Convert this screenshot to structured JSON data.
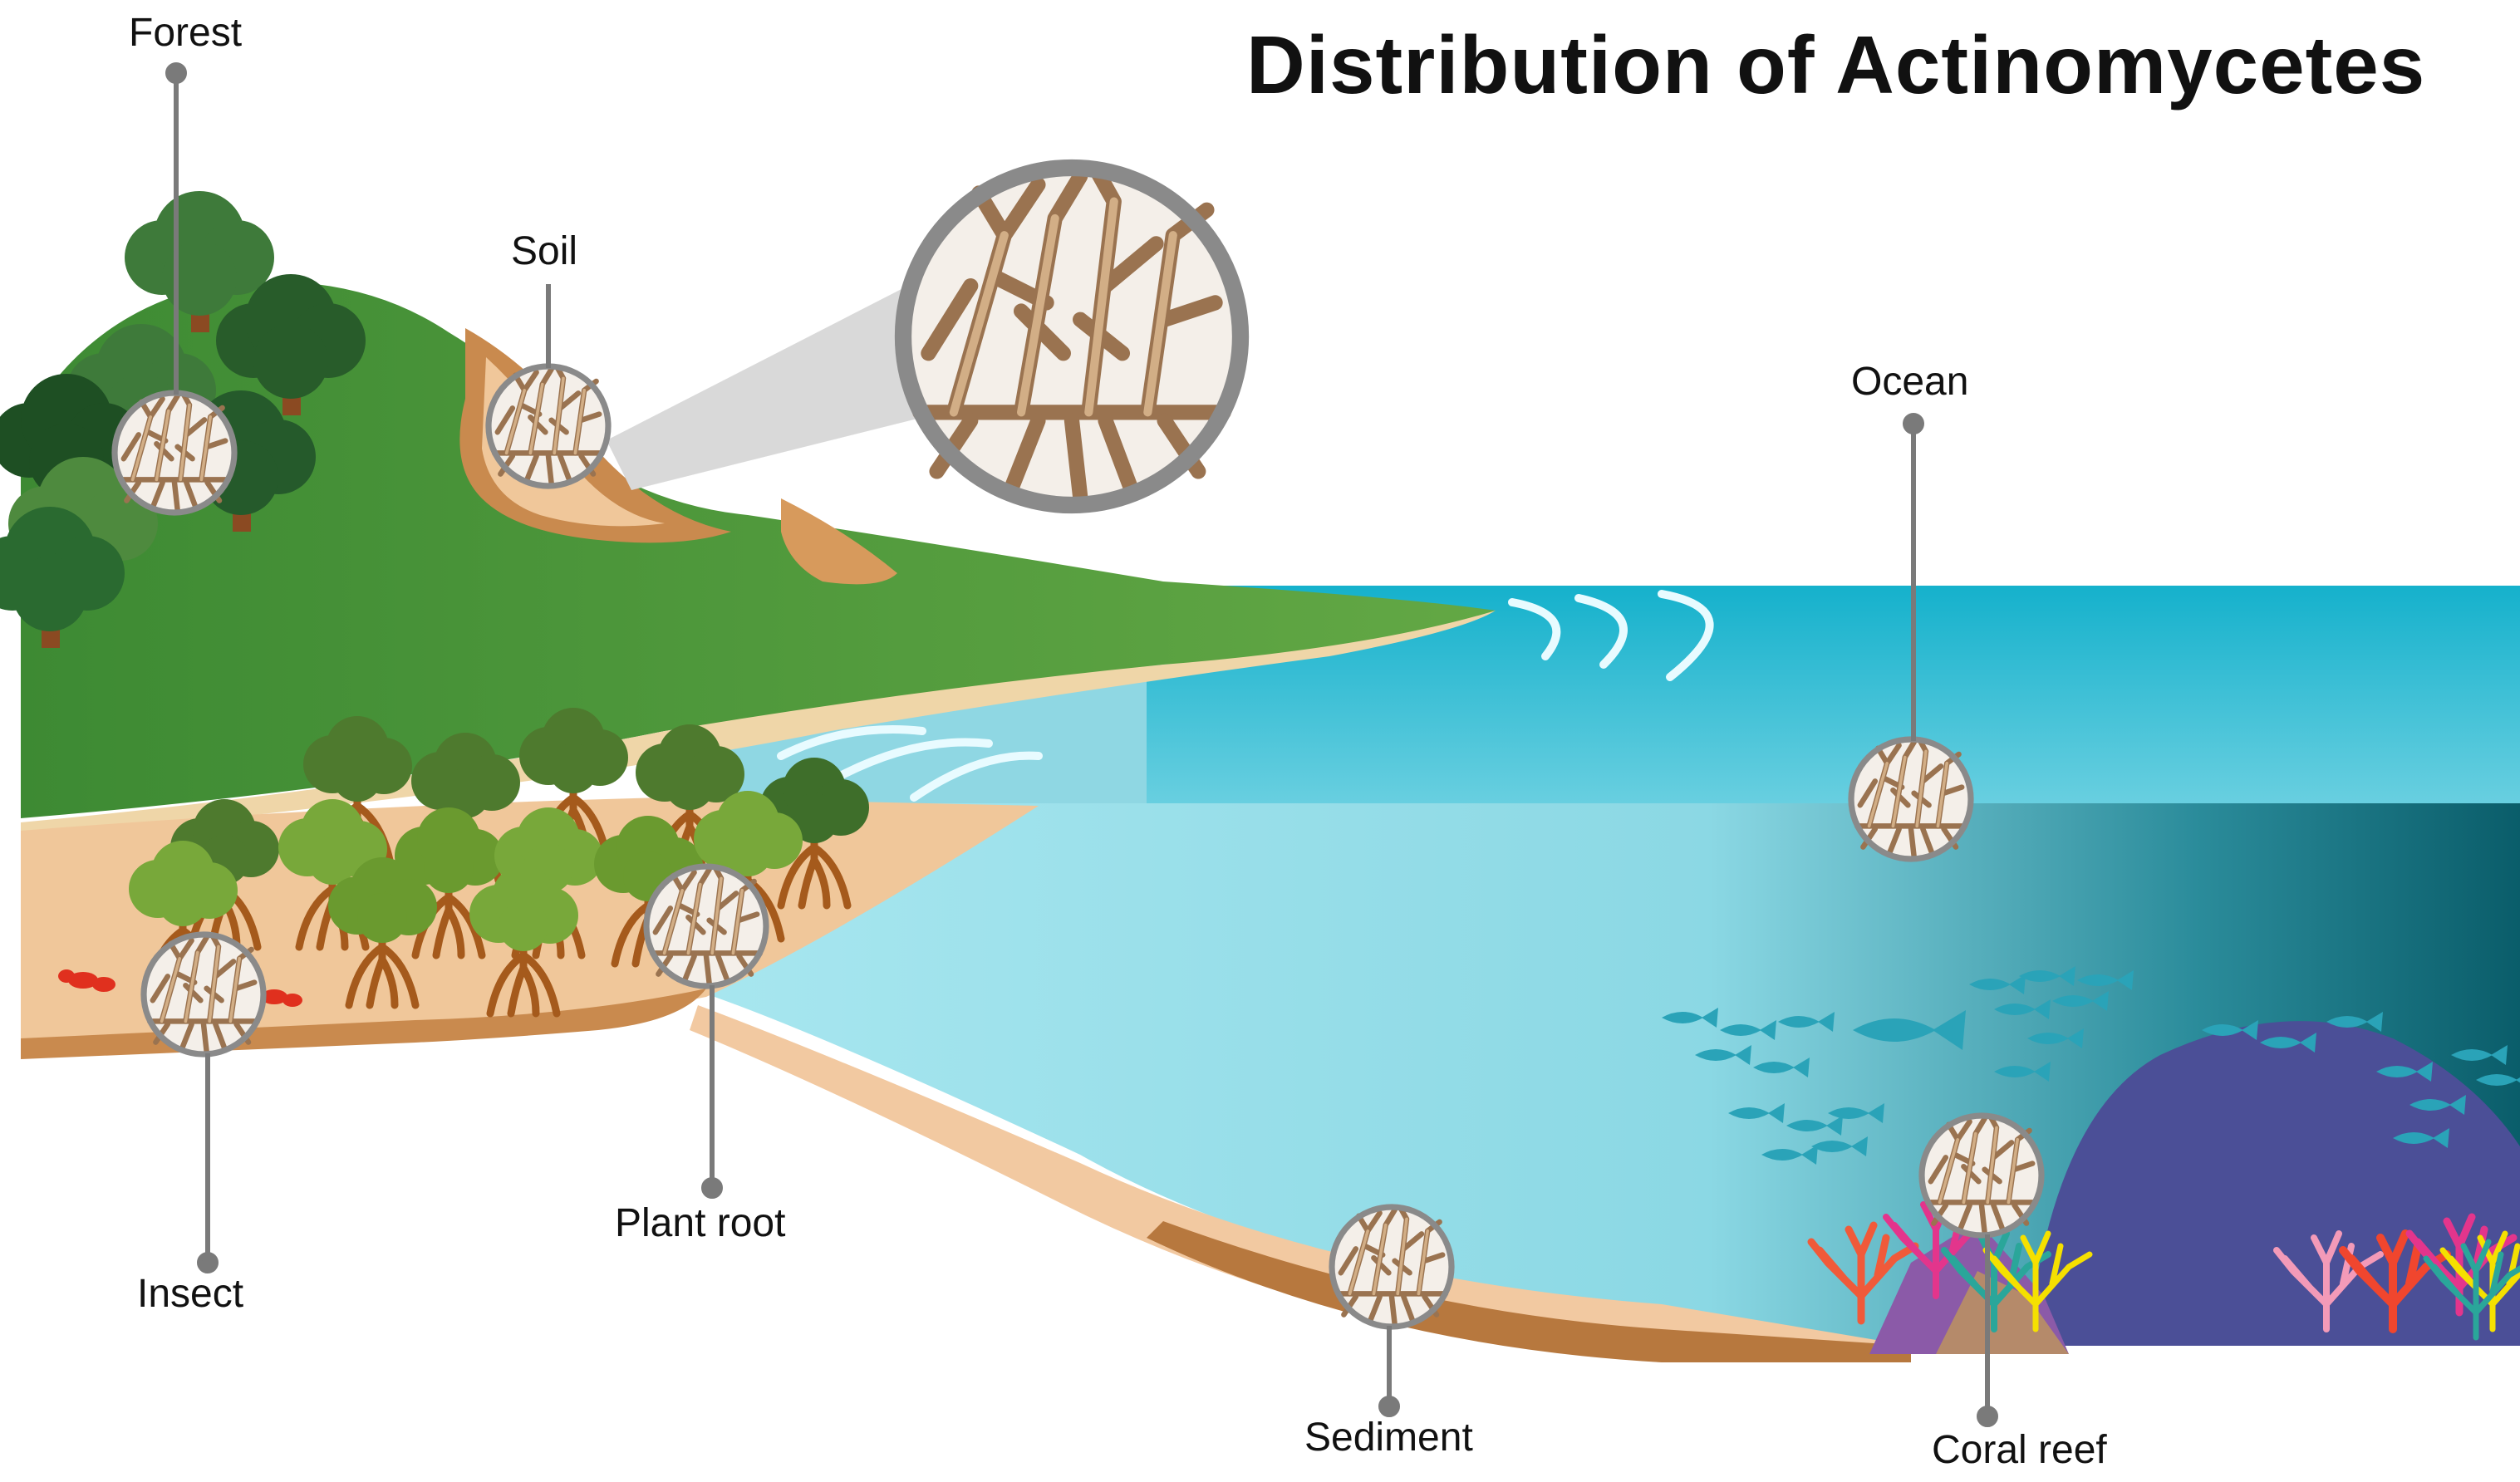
{
  "title": "Distribution of Actinomycetes",
  "labels": {
    "forest": "Forest",
    "soil": "Soil",
    "ocean": "Ocean",
    "insect": "Insect",
    "plant_root": "Plant root",
    "sediment": "Sediment",
    "coral_reef": "Coral reef"
  },
  "colors": {
    "hill_green": "#4e9a3a",
    "soil_brown": "#c98a4e",
    "sand": "#f0c79a",
    "ocean_top": "#1ab4cf",
    "ocean_deep": "#0b6c7a",
    "rock": "#4b4f97",
    "leader_line": "#7a7a7a"
  }
}
